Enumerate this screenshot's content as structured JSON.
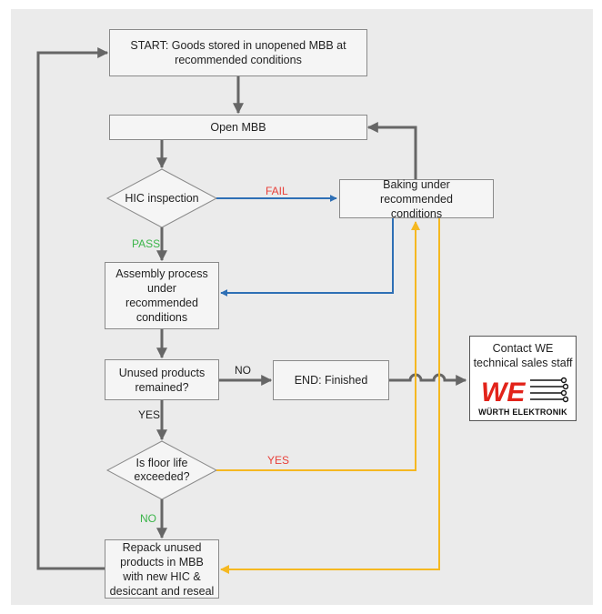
{
  "colors": {
    "panel": "#ebebeb",
    "box_fill": "#f5f5f5",
    "box_border": "#8a8a8a",
    "arrow_gray": "#666666",
    "arrow_blue": "#2e6fb5",
    "arrow_yellow": "#f5b821",
    "label_red": "#e8403a",
    "label_green": "#3bb54a",
    "brand_red": "#e2231a"
  },
  "nodes": {
    "start": "START: Goods stored in unopened MBB at recommended conditions",
    "open_mbb": "Open MBB",
    "hic_inspection": "HIC inspection",
    "baking": "Baking under recommended conditions",
    "assembly": "Assembly process under recommended conditions",
    "unused_remained": "Unused products remained?",
    "end_finished": "END: Finished",
    "floor_life": "Is floor life exceeded?",
    "repack": "Repack unused products in MBB with new HIC & desiccant and reseal",
    "contact_we": "Contact WE technical sales staff"
  },
  "labels": {
    "fail": "FAIL",
    "pass": "PASS",
    "no_end": "NO",
    "yes_unused": "YES",
    "yes_floor": "YES",
    "no_floor": "NO"
  },
  "brand": {
    "name": "WÜRTH ELEKTRONIK",
    "logo_letters": "WE"
  }
}
